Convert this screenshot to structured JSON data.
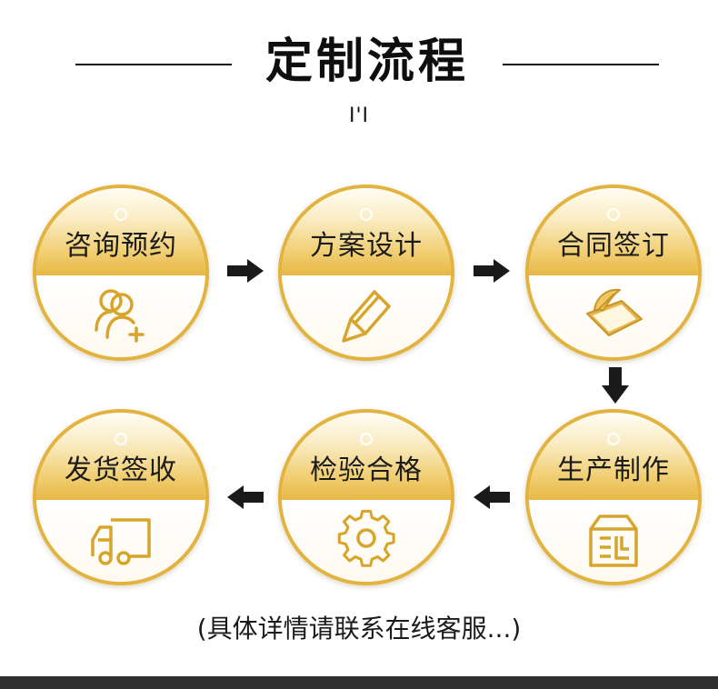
{
  "header": {
    "title": "定制流程",
    "subtitle": "I'I"
  },
  "steps": [
    {
      "label": "咨询预约",
      "icon": "user-add-icon"
    },
    {
      "label": "方案设计",
      "icon": "pencil-icon"
    },
    {
      "label": "合同签订",
      "icon": "contract-feather-icon"
    },
    {
      "label": "生产制作",
      "icon": "box-icon"
    },
    {
      "label": "检验合格",
      "icon": "gear-icon"
    },
    {
      "label": "发货签收",
      "icon": "truck-icon"
    }
  ],
  "footnote": "(具体详情请联系在线客服...)",
  "colors": {
    "gold": "#e3b33f",
    "gold_light": "#faecc4",
    "icon_gold": "#d8a52c",
    "arrow": "#1a1a1a",
    "footer_bar": "#2e2e2e"
  }
}
